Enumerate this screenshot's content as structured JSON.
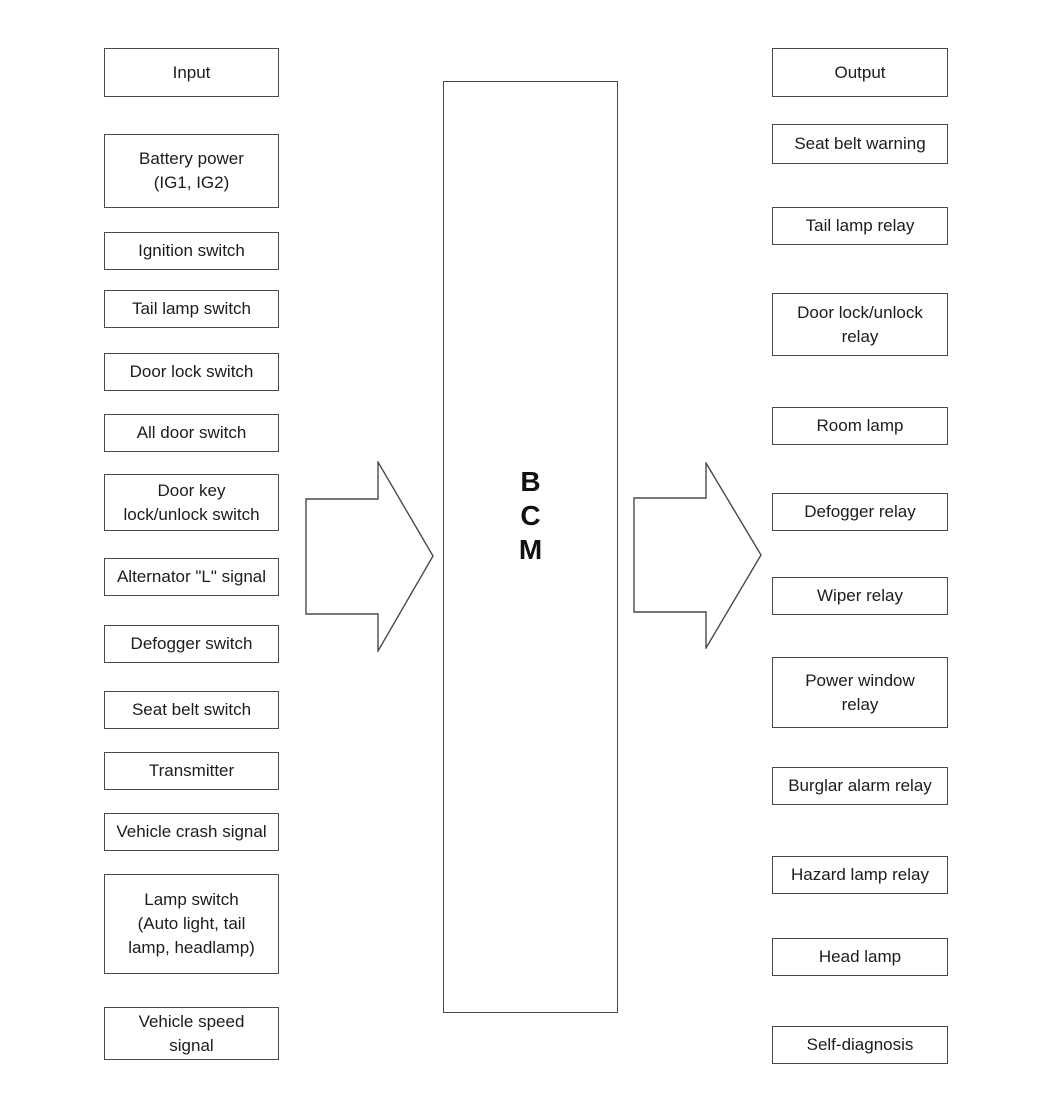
{
  "diagram": {
    "bcm_label": "B\nC\nM",
    "input_header": "Input",
    "output_header": "Output",
    "inputs": [
      "Battery power\n(IG1, IG2)",
      "Ignition switch",
      "Tail lamp switch",
      "Door lock switch",
      "All door switch",
      "Door key\nlock/unlock switch",
      "Alternator \"L\" signal",
      "Defogger switch",
      "Seat belt switch",
      "Transmitter",
      "Vehicle crash signal",
      "Lamp switch\n(Auto light, tail\nlamp, headlamp)",
      "Vehicle speed\nsignal"
    ],
    "outputs": [
      "Seat belt warning",
      "Tail lamp relay",
      "Door lock/unlock\nrelay",
      "Room lamp",
      "Defogger relay",
      "Wiper relay",
      "Power window\nrelay",
      "Burglar alarm relay",
      "Hazard lamp relay",
      "Head lamp",
      "Self-diagnosis"
    ],
    "colors": {
      "border": "#4a4a4a",
      "text": "#1c1c1c",
      "background": "#ffffff"
    }
  }
}
